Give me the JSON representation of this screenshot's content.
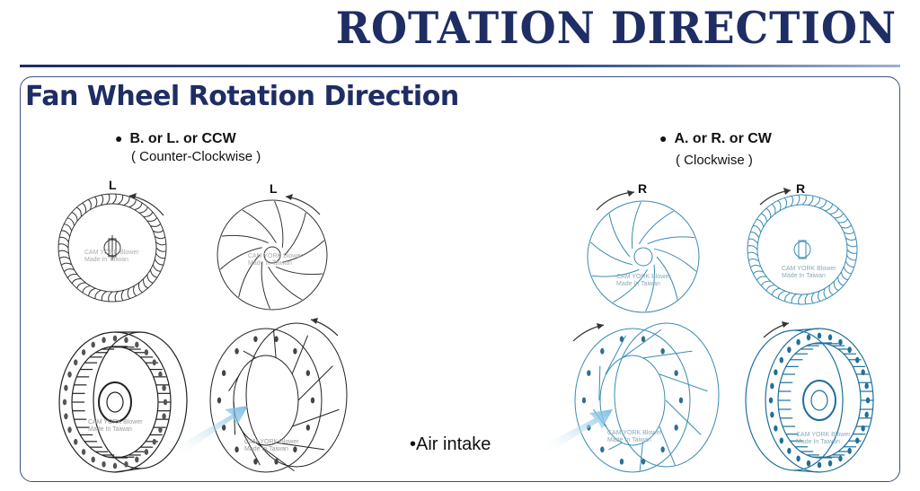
{
  "header": {
    "title": "ROTATION DIRECTION"
  },
  "panel": {
    "title": "Fan Wheel Rotation Direction"
  },
  "ccw": {
    "heading": "B. or L. or CCW",
    "subheading": "( Counter-Clockwise )",
    "letter": "L"
  },
  "cw": {
    "heading": "A. or R. or CW",
    "subheading": "( Clockwise )",
    "letter": "R"
  },
  "watermark": {
    "line1": "CAM YORK Blower",
    "line2": "Made In Taiwan"
  },
  "air_intake": "Air intake",
  "colors": {
    "navy": "#1e2d63",
    "cw_blue": "#3a8bb5",
    "ccw_gray": "#333333"
  }
}
